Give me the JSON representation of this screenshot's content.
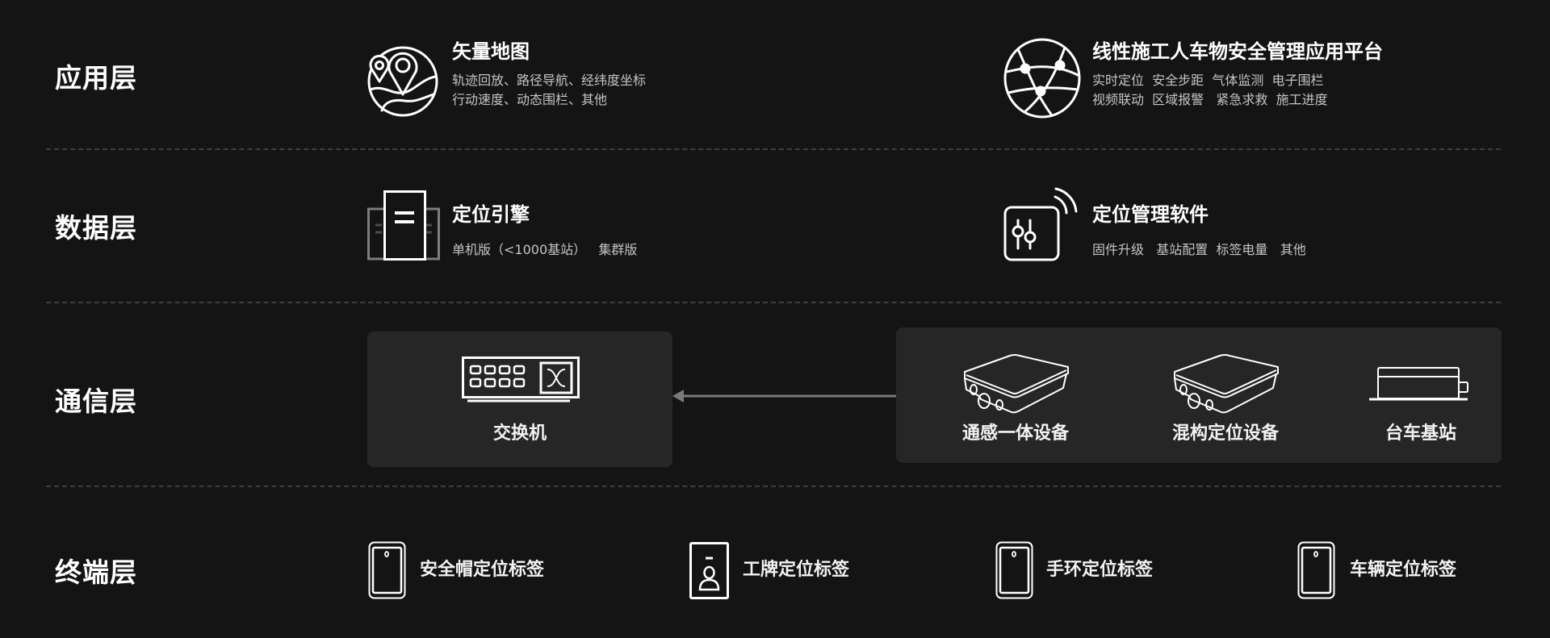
{
  "layers": {
    "application": {
      "label": "应用层",
      "items": [
        {
          "icon": "map-pin-globe-icon",
          "title": "矢量地图",
          "desc_lines": [
            "轨迹回放、路径导航、经纬度坐标",
            "行动速度、动态围栏、其他"
          ]
        },
        {
          "icon": "network-globe-icon",
          "title": "线性施工人车物安全管理应用平台",
          "desc_lines": [
            "实时定位  安全步距  气体监测  电子围栏",
            "视频联动  区域报警   紧急求救  施工进度"
          ]
        }
      ]
    },
    "data": {
      "label": "数据层",
      "items": [
        {
          "icon": "server-icon",
          "title": "定位引擎",
          "desc_lines": [
            "单机版（<1000基站）   集群版"
          ]
        },
        {
          "icon": "wireless-control-icon",
          "title": "定位管理软件",
          "desc_lines": [
            "固件升级   基站配置  标签电量   其他"
          ]
        }
      ]
    },
    "communication": {
      "label": "通信层",
      "switch": {
        "icon": "network-switch-icon",
        "label": "交换机"
      },
      "devices": [
        {
          "icon": "outdoor-device-icon",
          "label": "通感一体设备"
        },
        {
          "icon": "outdoor-device-icon",
          "label": "混构定位设备"
        },
        {
          "icon": "base-station-icon",
          "label": "台车基站"
        }
      ],
      "arrow": {
        "direction": "left",
        "color": "#7a7a7a"
      }
    },
    "terminal": {
      "label": "终端层",
      "tags": [
        {
          "icon": "helmet-tag-icon",
          "label": "安全帽定位标签"
        },
        {
          "icon": "badge-tag-icon",
          "label": "工牌定位标签"
        },
        {
          "icon": "wristband-tag-icon",
          "label": "手环定位标签"
        },
        {
          "icon": "vehicle-tag-icon",
          "label": "车辆定位标签"
        }
      ]
    }
  },
  "colors": {
    "background": "#141414",
    "panel": "#262626",
    "divider": "#3d3d3d",
    "text_primary": "#ffffff",
    "text_secondary": "#c4c4c4"
  }
}
